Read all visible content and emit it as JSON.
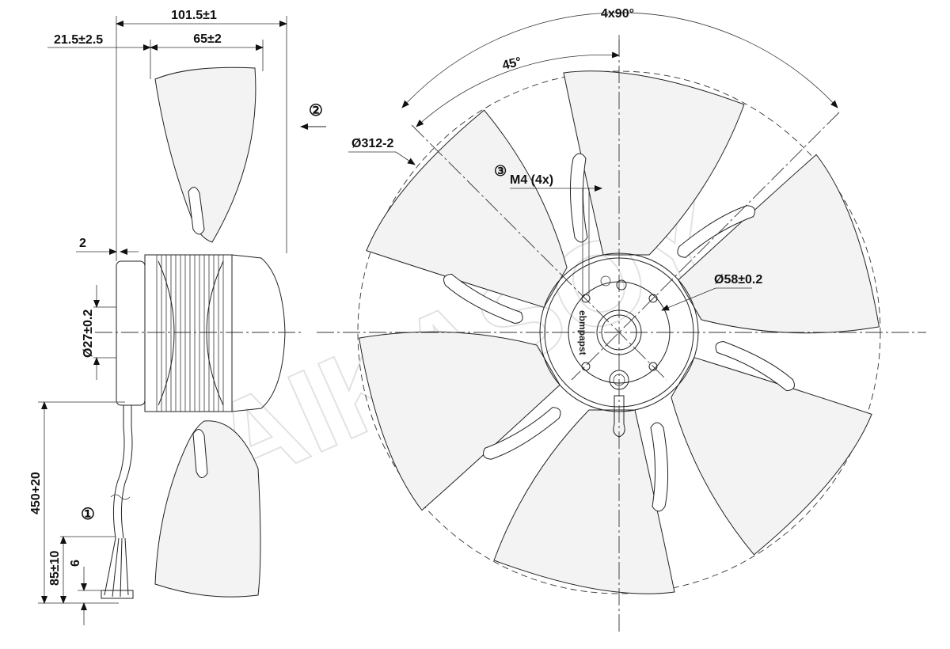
{
  "side_view": {
    "dim_overall_depth": "101.5±1",
    "dim_hub_offset": "21.5±2.5",
    "dim_blade_depth": "65±2",
    "dim_flange": "2",
    "dim_shaft_diameter": "Ø27±0.2",
    "dim_cable_length": "450+20",
    "dim_lead_length": "85±10",
    "dim_strip_length": "6",
    "callout_cable": "①"
  },
  "front_view": {
    "dim_angle_pattern": "4x90°",
    "dim_angle_offset": "45°",
    "dim_impeller_diameter": "Ø312-2",
    "dim_bolt_circle": "Ø58±0.2",
    "callout_thread_number": "③",
    "callout_thread_label": "M4 (4x)",
    "callout_airflow": "②",
    "hub_brand": "ebmpapst"
  },
  "watermark": "AIKASOY"
}
